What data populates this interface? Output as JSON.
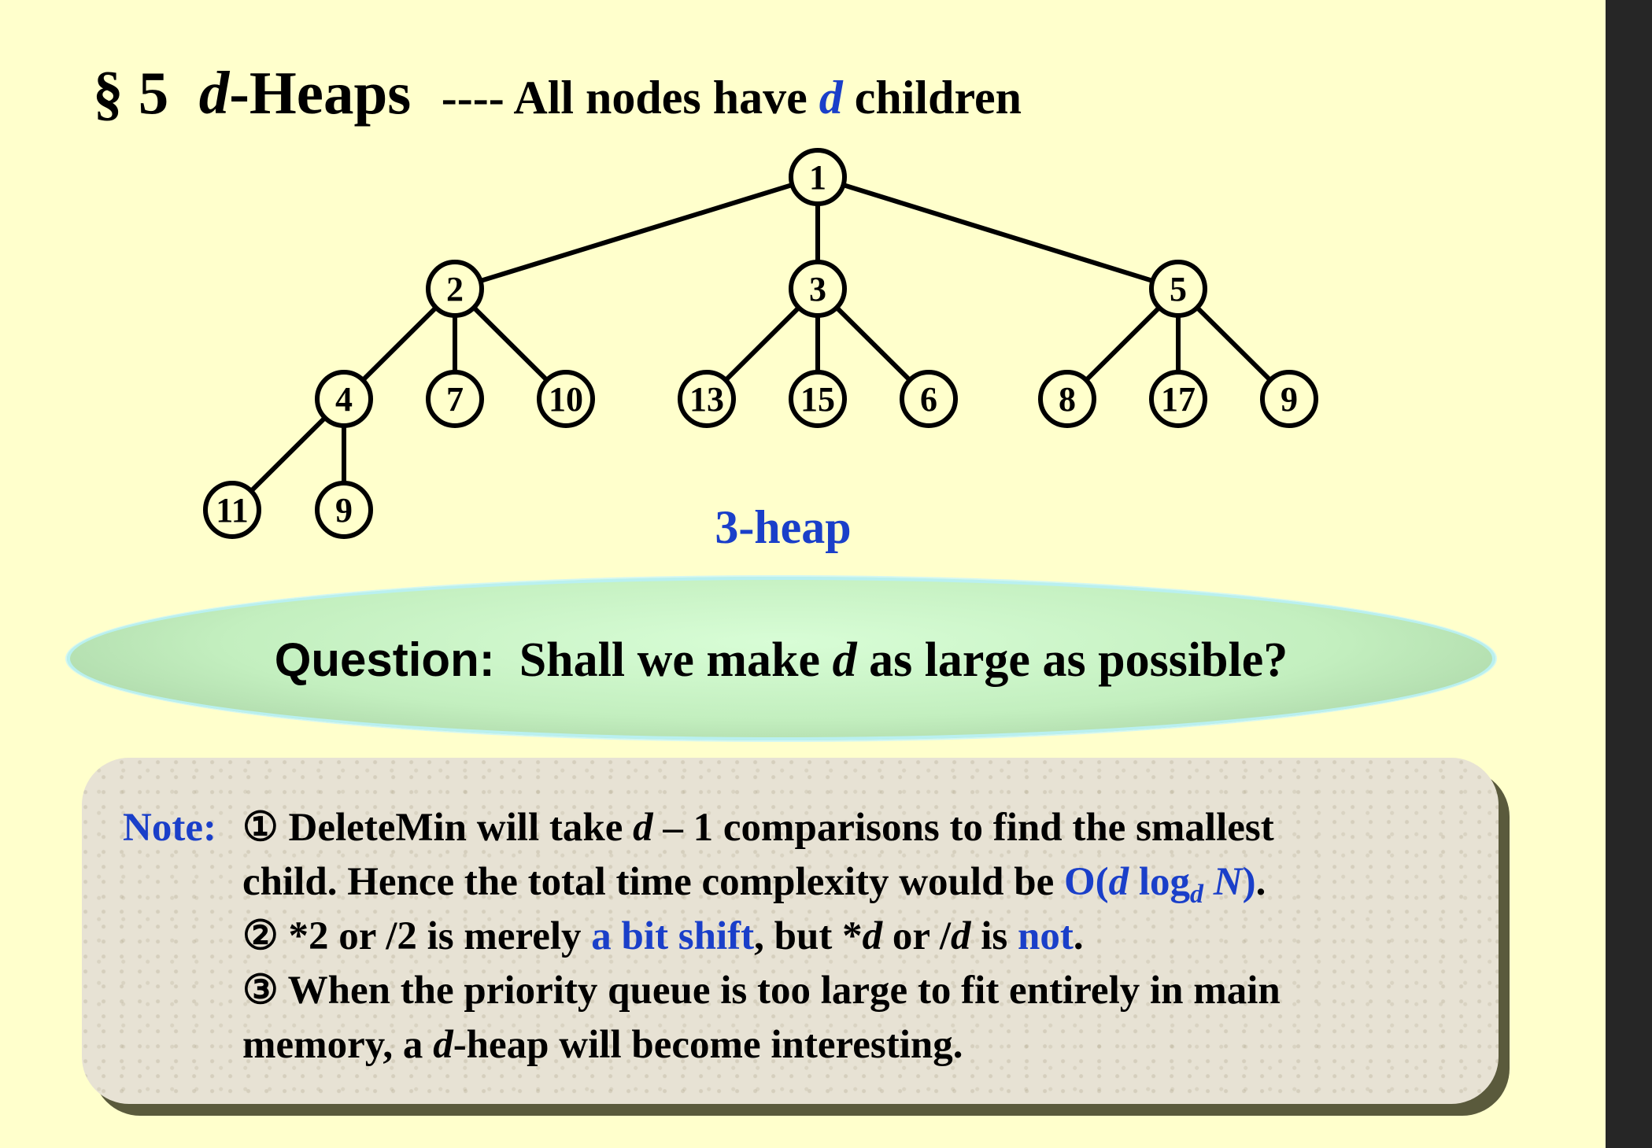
{
  "header": {
    "section": "§ 5",
    "d": "d",
    "heaps": "-Heaps",
    "dashes": "---- All nodes have",
    "children": "children"
  },
  "tree": {
    "nodes": {
      "n1": "1",
      "n2": "2",
      "n3": "3",
      "n5": "5",
      "n4": "4",
      "n7": "7",
      "n10": "10",
      "n13": "13",
      "n15": "15",
      "n6": "6",
      "n8": "8",
      "n17": "17",
      "n9": "9",
      "n11": "11",
      "n9b": "9"
    },
    "caption": "3-heap"
  },
  "question": {
    "label": "Question:",
    "pre": "Shall we make",
    "d": "d",
    "post": "as large as possible?"
  },
  "note": {
    "label": "Note:",
    "p1": {
      "mark": "①",
      "a": "DeleteMin will take",
      "d": "d",
      "b": "– 1 comparisons to find the smallest"
    },
    "p1b": {
      "a": "child.   Hence the total time complexity would be",
      "o": "O(",
      "d1": "d",
      "log": "log",
      "d2": "d",
      "n": "N",
      "close": ")",
      "end": "."
    },
    "p2": {
      "mark": "②",
      "a": "*2 or /2 is merely",
      "b": "a bit shift",
      "c": ", but *",
      "d1": "d",
      "e": "or /",
      "d2": "d",
      "f": "is",
      "g": "not",
      "h": "."
    },
    "p3": {
      "mark": "③",
      "a": "When the priority queue is too large to fit entirely in main"
    },
    "p3b": {
      "a": "memory, a",
      "d": "d",
      "b": "-heap will become interesting."
    }
  },
  "colors": {
    "background": "#ffffcc",
    "accent_blue": "#1a3fc9",
    "question_bubble": "#c3efbf",
    "note_box": "#e7e2d4"
  }
}
